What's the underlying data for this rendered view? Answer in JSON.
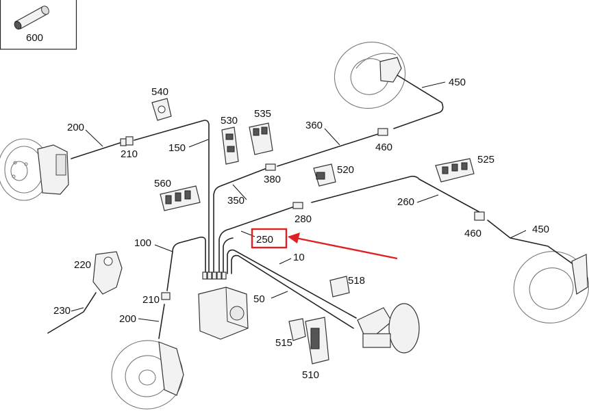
{
  "diagram": {
    "highlight_color": "#e02020",
    "legend_box": {
      "label": "600"
    },
    "callouts": [
      {
        "id": "c540",
        "text": "540"
      },
      {
        "id": "c450a",
        "text": "450"
      },
      {
        "id": "c530",
        "text": "530"
      },
      {
        "id": "c535",
        "text": "535"
      },
      {
        "id": "c360",
        "text": "360"
      },
      {
        "id": "c200a",
        "text": "200"
      },
      {
        "id": "c150",
        "text": "150"
      },
      {
        "id": "c460a",
        "text": "460"
      },
      {
        "id": "c210a",
        "text": "210"
      },
      {
        "id": "c525",
        "text": "525"
      },
      {
        "id": "c520",
        "text": "520"
      },
      {
        "id": "c380",
        "text": "380"
      },
      {
        "id": "c560",
        "text": "560"
      },
      {
        "id": "c350",
        "text": "350"
      },
      {
        "id": "c260",
        "text": "260"
      },
      {
        "id": "c280",
        "text": "280"
      },
      {
        "id": "c450b",
        "text": "450"
      },
      {
        "id": "c460b",
        "text": "460"
      },
      {
        "id": "c250",
        "text": "250"
      },
      {
        "id": "c100",
        "text": "100"
      },
      {
        "id": "c10",
        "text": "10"
      },
      {
        "id": "c220",
        "text": "220"
      },
      {
        "id": "c518",
        "text": "518"
      },
      {
        "id": "c210b",
        "text": "210"
      },
      {
        "id": "c50",
        "text": "50"
      },
      {
        "id": "c230",
        "text": "230"
      },
      {
        "id": "c200b",
        "text": "200"
      },
      {
        "id": "c515",
        "text": "515"
      },
      {
        "id": "c510",
        "text": "510"
      }
    ]
  }
}
